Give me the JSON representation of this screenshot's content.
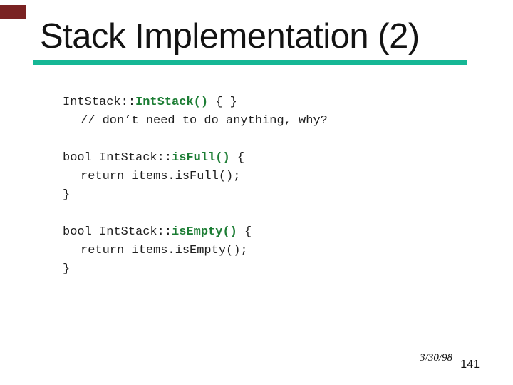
{
  "slide": {
    "title": "Stack Implementation (2)",
    "colors": {
      "accent_line": "#15B795",
      "keyword_green": "#1C7D34",
      "corner_accent": "#7A2222",
      "text": "#1F1F1F"
    },
    "code_blocks": [
      {
        "lines": [
          {
            "indent": 0,
            "segments": [
              {
                "style": "plain",
                "text": "IntStack::"
              },
              {
                "style": "keyword",
                "text": "IntStack()"
              },
              {
                "style": "plain",
                "text": " { }"
              }
            ]
          },
          {
            "indent": 1,
            "segments": [
              {
                "style": "plain",
                "text": "// don’t need to do anything, why?"
              }
            ]
          }
        ]
      },
      {
        "lines": [
          {
            "indent": 0,
            "segments": [
              {
                "style": "plain",
                "text": "bool IntStack::"
              },
              {
                "style": "keyword",
                "text": "isFull()"
              },
              {
                "style": "plain",
                "text": " {"
              }
            ]
          },
          {
            "indent": 1,
            "segments": [
              {
                "style": "plain",
                "text": "return items.isFull();"
              }
            ]
          },
          {
            "indent": 0,
            "segments": [
              {
                "style": "plain",
                "text": "}"
              }
            ]
          }
        ]
      },
      {
        "lines": [
          {
            "indent": 0,
            "segments": [
              {
                "style": "plain",
                "text": "bool IntStack::"
              },
              {
                "style": "keyword",
                "text": "isEmpty()"
              },
              {
                "style": "plain",
                "text": " {"
              }
            ]
          },
          {
            "indent": 1,
            "segments": [
              {
                "style": "plain",
                "text": "return items.isEmpty();"
              }
            ]
          },
          {
            "indent": 0,
            "segments": [
              {
                "style": "plain",
                "text": "}"
              }
            ]
          }
        ]
      }
    ],
    "footer": {
      "date": "3/30/98",
      "page_number": "141"
    }
  }
}
